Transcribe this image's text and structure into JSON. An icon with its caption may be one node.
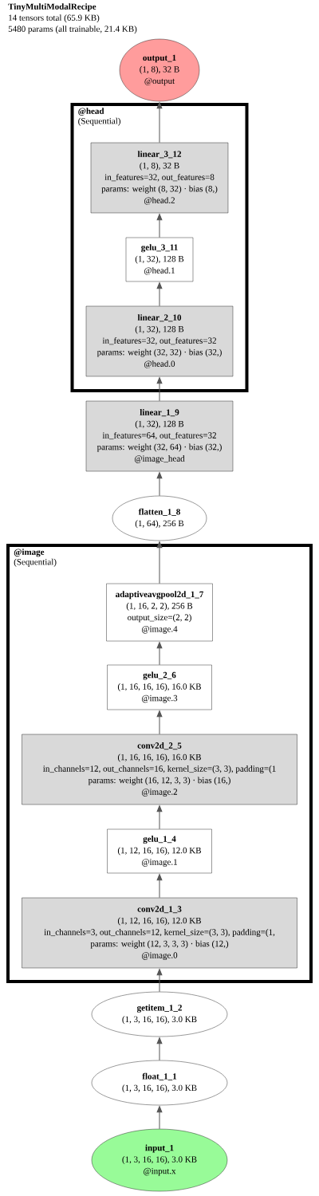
{
  "diagram": {
    "title": "TinyMultiModalRecipe",
    "labels": [
      "14 tensors total (65.9 KB)",
      "5480 params (all trainable, 21.4 KB)"
    ],
    "nodes": [
      {
        "text": [
          "output_1",
          "(1, 8), 32 B",
          "@output"
        ]
      },
      {
        "text": [
          "@head",
          "(Sequential)"
        ]
      },
      {
        "text": [
          "linear_3_12",
          "(1, 8), 32 B",
          "in_features=32, out_features=8",
          "params: weight (8, 32) · bias (8,)",
          "@head.2"
        ],
        "in": 1
      },
      {
        "text": [
          "gelu_3_11",
          "(1, 32), 128 B",
          "@head.1"
        ],
        "in": 1
      },
      {
        "text": [
          "linear_2_10",
          "(1, 32), 128 B",
          "in_features=32, out_features=32",
          "params: weight (32, 32) · bias (32,)",
          "@head.0"
        ],
        "in": 1
      },
      {
        "text": [
          "linear_1_9",
          "(1, 32), 128 B",
          "in_features=64, out_features=32",
          "params: weight (32, 64) · bias (32,)",
          "@image_head"
        ]
      },
      {
        "text": [
          "flatten_1_8",
          "(1, 64), 256 B"
        ]
      },
      {
        "text": [
          "@image",
          "(Sequential)"
        ]
      },
      {
        "text": [
          "adaptiveavgpool2d_1_7",
          "(1, 16, 2, 2), 256 B",
          "output_size=(2, 2)",
          "@image.4"
        ],
        "in": 7
      },
      {
        "text": [
          "gelu_2_6",
          "(1, 16, 16, 16), 16.0 KB",
          "@image.3"
        ],
        "in": 7
      },
      {
        "text": [
          "conv2d_2_5",
          "(1, 16, 16, 16), 16.0 KB",
          "in_channels=12, out_channels=16, kernel_size=(3, 3), padding=(1",
          "params: weight (16, 12, 3, 3) · bias (16,)",
          "@image.2"
        ],
        "in": 7
      },
      {
        "text": [
          "gelu_1_4",
          "(1, 12, 16, 16), 12.0 KB",
          "@image.1"
        ],
        "in": 7
      },
      {
        "text": [
          "conv2d_1_3",
          "(1, 12, 16, 16), 12.0 KB",
          "in_channels=3, out_channels=12, kernel_size=(3, 3), padding=(1,",
          "params: weight (12, 3, 3, 3) · bias (12,)",
          "@image.0"
        ],
        "in": 7
      },
      {
        "text": [
          "getitem_1_2",
          "(1, 3, 16, 16), 3.0 KB"
        ]
      },
      {
        "text": [
          "float_1_1",
          "(1, 3, 16, 16), 3.0 KB"
        ]
      },
      {
        "text": [
          "input_1",
          "(1, 3, 16, 16), 3.0 KB",
          "@input.x"
        ]
      }
    ],
    "edges": [
      {
        "from": 15,
        "to": 14,
        "arrow": "to"
      },
      {
        "from": 14,
        "to": 13,
        "arrow": "to"
      },
      {
        "from": 13,
        "to": 12,
        "arrow": "to"
      },
      {
        "from": 12,
        "to": 11,
        "arrow": "to"
      },
      {
        "from": 11,
        "to": 10,
        "arrow": "to"
      },
      {
        "from": 10,
        "to": 9,
        "arrow": "to"
      },
      {
        "from": 9,
        "to": 8,
        "arrow": "to"
      },
      {
        "from": 8,
        "to": 6,
        "arrow": "to"
      },
      {
        "from": 6,
        "to": 5,
        "arrow": "to"
      },
      {
        "from": 5,
        "to": 4,
        "arrow": "to"
      },
      {
        "from": 4,
        "to": 3,
        "arrow": "to"
      },
      {
        "from": 3,
        "to": 2,
        "arrow": "to"
      },
      {
        "from": 2,
        "to": 0,
        "arrow": "to"
      }
    ]
  }
}
